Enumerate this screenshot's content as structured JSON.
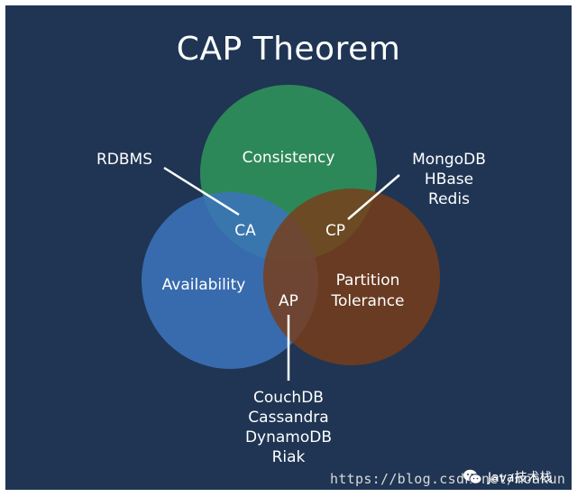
{
  "title": "CAP Theorem",
  "circles": {
    "consistency": {
      "label": "Consistency",
      "color": "#2f8f5a"
    },
    "availability": {
      "label": "Availability",
      "color": "#3b73ba"
    },
    "partition": {
      "label_line1": "Partition",
      "label_line2": "Tolerance",
      "color": "#7a3d17"
    }
  },
  "regions": {
    "ca": "CA",
    "cp": "CP",
    "ap": "AP"
  },
  "systems": {
    "ca": [
      "RDBMS"
    ],
    "cp": [
      "MongoDB",
      "HBase",
      "Redis"
    ],
    "ap": [
      "CouchDB",
      "Cassandra",
      "DynamoDB",
      "Riak"
    ]
  },
  "watermark": {
    "url": "https://blog.csdn.net/moakun",
    "brand": "Java技术栈"
  }
}
